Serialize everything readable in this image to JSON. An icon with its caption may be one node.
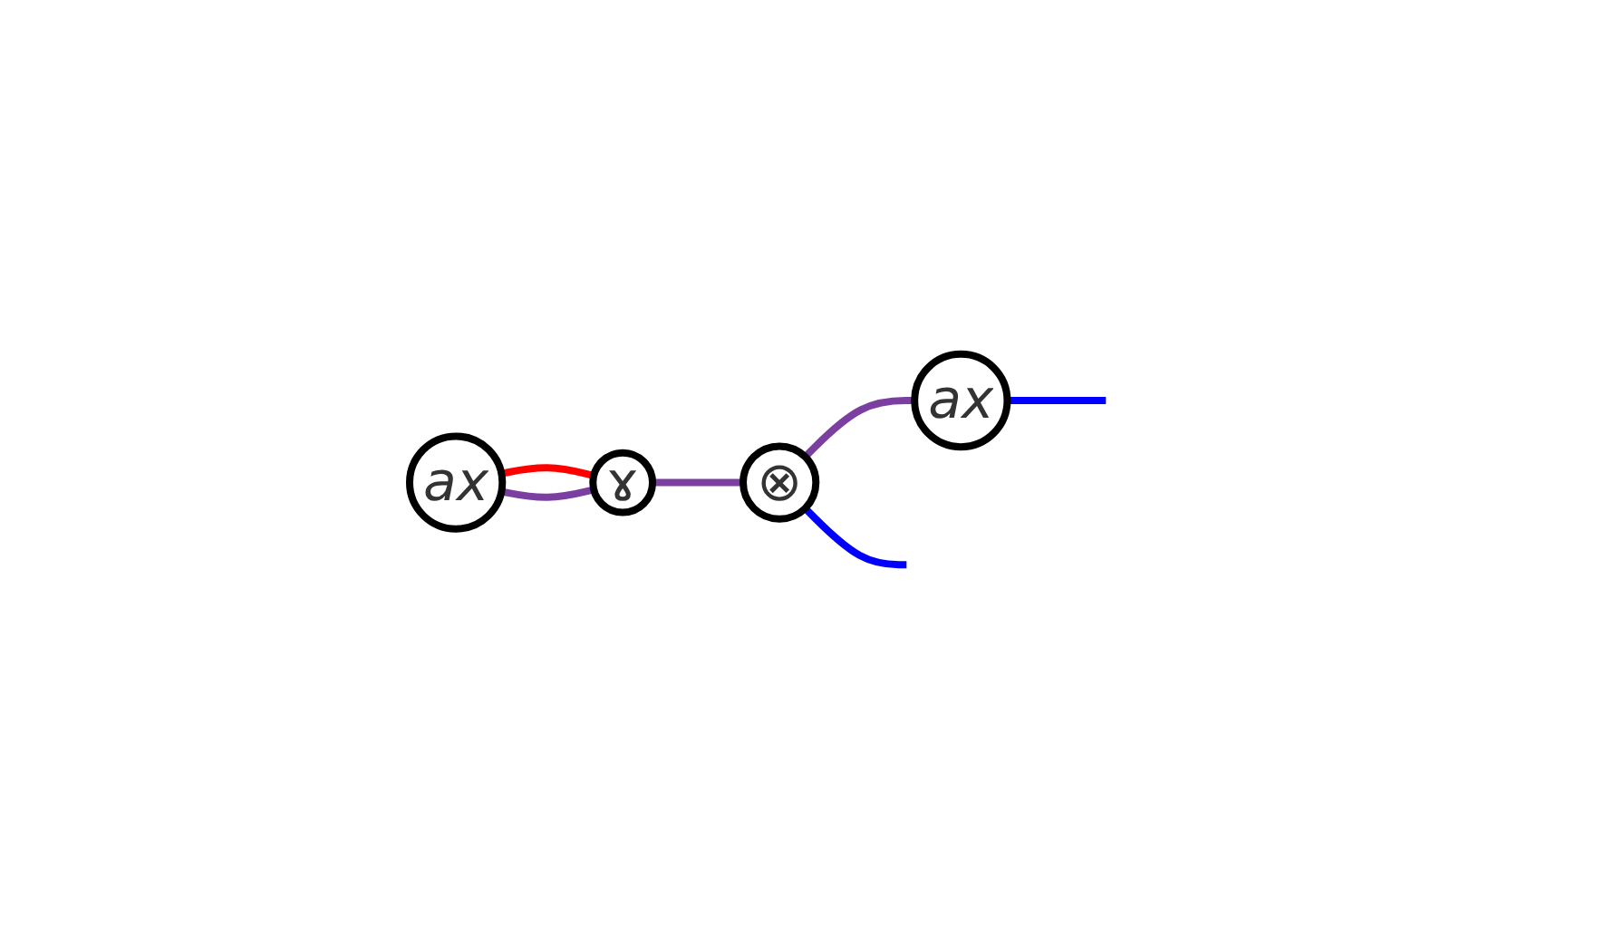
{
  "diagram": {
    "nodes": [
      {
        "text": [
          "ax"
        ]
      },
      {
        "text": [
          "ɤ"
        ]
      },
      {
        "text": [
          "⊗"
        ]
      },
      {
        "text": [
          "ax"
        ]
      }
    ],
    "edges": [
      {
        "from": 0,
        "to": 1,
        "arrow": "none",
        "color": "#ff0000"
      },
      {
        "from": 0,
        "to": 1,
        "arrow": "none"
      },
      {
        "from": 1,
        "to": 2,
        "arrow": "none"
      },
      {
        "from": 2,
        "to": 3,
        "arrow": "none"
      },
      {
        "from": 3,
        "to": null,
        "arrow": "none",
        "color": "#0000ff"
      },
      {
        "from": 2,
        "to": null,
        "arrow": "none",
        "color": "#0000ff"
      }
    ]
  }
}
